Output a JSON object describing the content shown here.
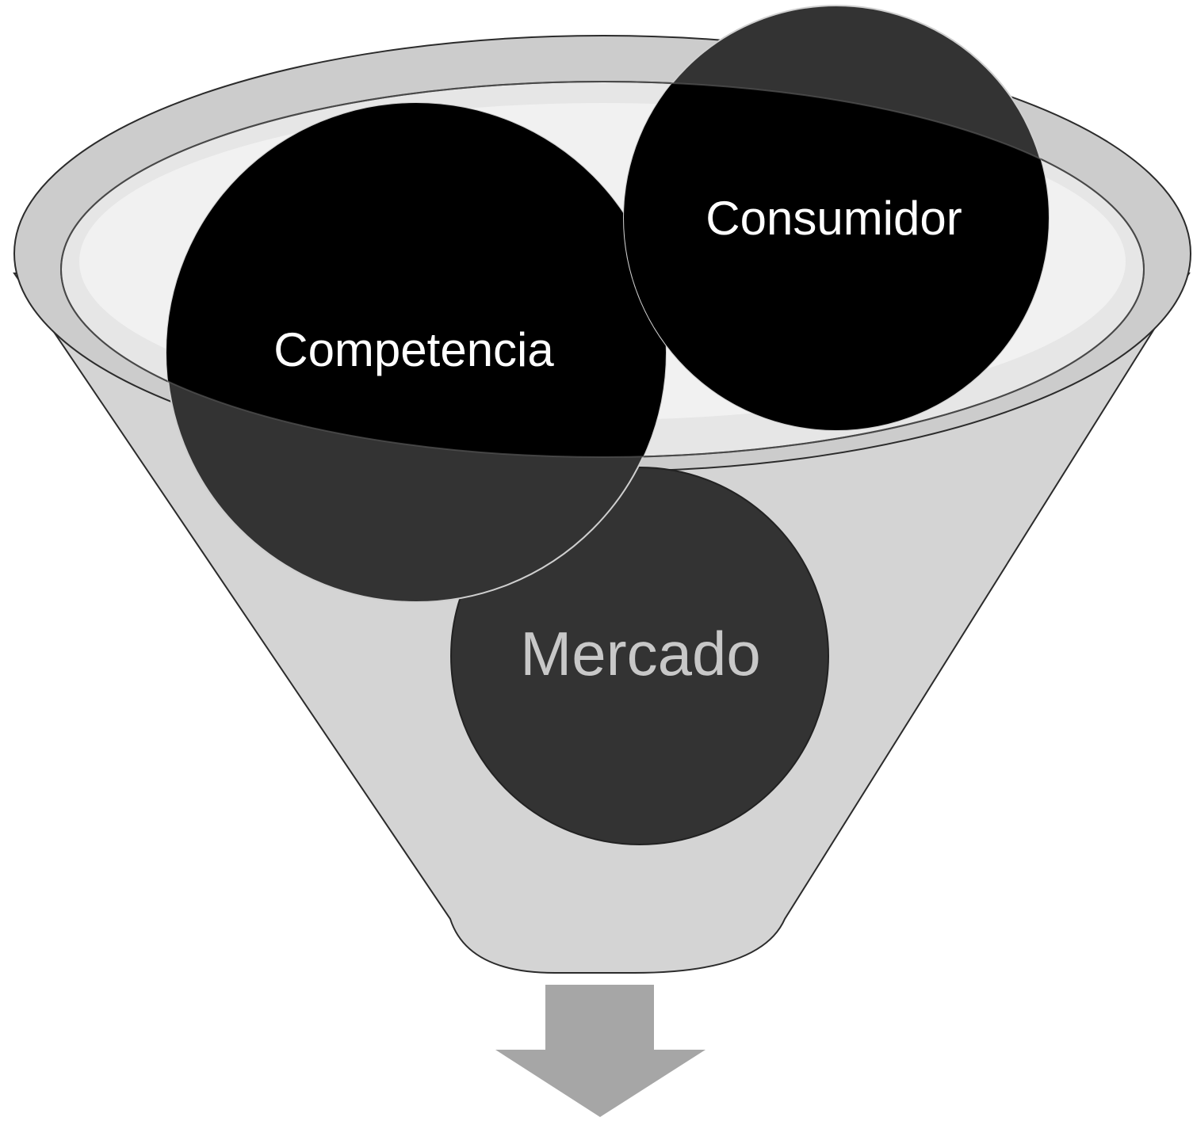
{
  "diagram": {
    "type": "funnel",
    "items": [
      {
        "label": "Competencia",
        "fill": "#000000",
        "text_color": "#ffffff"
      },
      {
        "label": "Consumidor",
        "fill": "#000000",
        "text_color": "#ffffff"
      },
      {
        "label": "Mercado",
        "fill": "#333333",
        "text_color": "#c8c8c8"
      }
    ],
    "colors": {
      "funnel_body": "#d4d4d4",
      "funnel_rim": "#cccccc",
      "funnel_inner": "#e6e6e6",
      "funnel_outline": "#2b2b2b",
      "arrow": "#a6a6a6",
      "background": "#ffffff"
    },
    "icons": {
      "arrow": "arrow-down-icon"
    }
  }
}
